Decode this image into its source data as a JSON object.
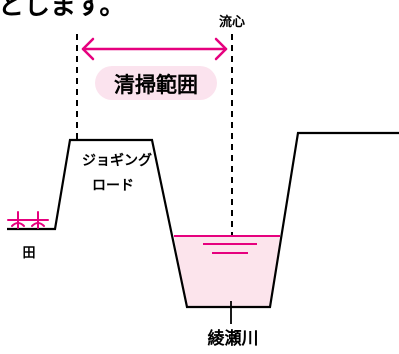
{
  "header_text": "とします。",
  "labels": {
    "center_line": "流心",
    "cleaning_range": "清掃範囲",
    "jogging_road_line1": "ジョギング",
    "jogging_road_line2": "ロード",
    "rice_field": "田",
    "river": "綾瀬川"
  },
  "colors": {
    "accent": "#e6007e",
    "range_label_bg": "#fbe3ee",
    "water_fill": "#fce4ec",
    "line": "#000000"
  }
}
